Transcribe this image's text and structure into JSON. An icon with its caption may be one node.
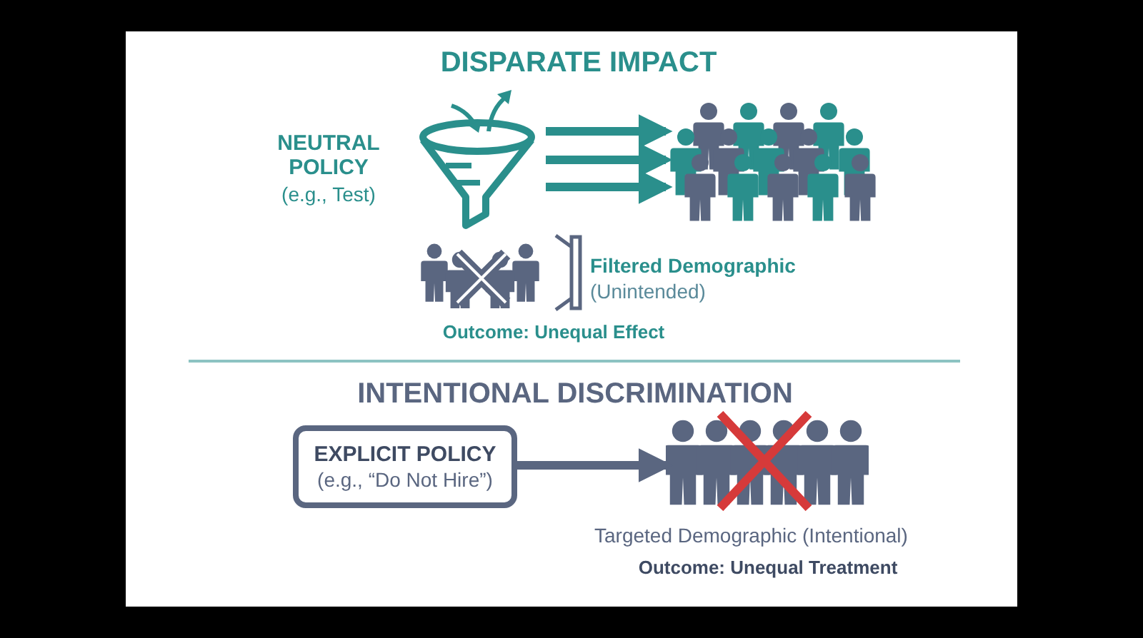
{
  "diagram": {
    "nodes": [
      {
        "text": [],
        "shape": "funnel"
      },
      {
        "text": [],
        "shape": "person"
      },
      {
        "text": [
          "EXPLICIT POLICY",
          "(e.g., “Do Not Hire”)"
        ]
      },
      {
        "text": [],
        "shape": "person",
        "beside": [
          "Targeted Demographic (Intentional)"
        ]
      }
    ],
    "edges": [
      {
        "from": 0,
        "to": 1,
        "arrow": "to"
      },
      {
        "from": 0,
        "to": 1,
        "arrow": "to"
      },
      {
        "from": 0,
        "to": 1,
        "arrow": "to"
      },
      {
        "from": 2,
        "to": 3,
        "arrow": "to",
        "color": "#5a6680"
      }
    ],
    "labels": [
      "DISPARATE IMPACT",
      "NEUTRAL POLICY",
      "(e.g., Test)",
      "Filtered Demographic",
      "(Unintended)",
      "Outcome: Unequal Effect",
      "INTENTIONAL DISCRIMINATION",
      "Outcome: Unequal Treatment"
    ]
  }
}
